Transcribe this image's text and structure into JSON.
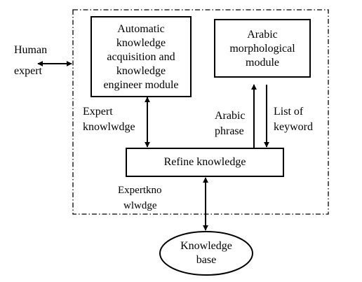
{
  "external": {
    "human_expert": [
      "Human",
      "expert"
    ]
  },
  "modules": {
    "acquisition": [
      "Automatic",
      "knowledge",
      "acquisition and",
      "knowledge",
      "engineer module"
    ],
    "morphological": [
      "Arabic",
      "morphological",
      "module"
    ],
    "refine": "Refine knowledge",
    "knowledge_base": [
      "Knowledge",
      "base"
    ]
  },
  "edges": {
    "expert_knowledge_upper": [
      "Expert",
      "knowlwdge"
    ],
    "arabic_phrase": [
      "Arabic",
      "phrase"
    ],
    "list_of_keyword": [
      "List of",
      "keyword"
    ],
    "expert_knowledge_lower": [
      "Expertkno",
      "wlwdge"
    ]
  }
}
